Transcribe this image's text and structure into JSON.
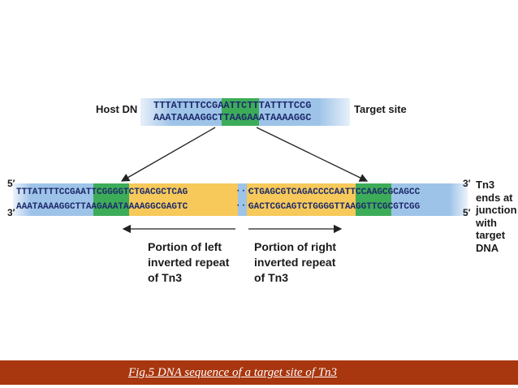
{
  "top": {
    "host_label": "Host DN",
    "target_label": "Target site",
    "strand_top": "TTTATTTTCCGAATTCTTTATTTTCCG",
    "strand_bottom": "AAATAAAAGGCTTAAGAAATAAAAGGC"
  },
  "junction": {
    "five_prime_top": "5′",
    "three_prime_bottom": "3′",
    "three_prime_top": "3′",
    "five_prime_bottom": "5′",
    "top_left": "TTTATTTTCCGAATTCGGGGTCTGACGCTCAG",
    "top_right": "CTGAGCGTCAGACCCCAATTCCAAGCGCAGCC",
    "bottom_left": "AAATAAAAGGCTTAAGAAATAAAAGGCGAGTC",
    "bottom_right": "GACTCGCAGTCTGGGGTTAAGGTTCGCGTCGG",
    "gap": "···"
  },
  "annotations": {
    "left_repeat": [
      "Portion of left",
      "inverted repeat",
      "of Tn3"
    ],
    "right_repeat": [
      "Portion of right",
      "inverted repeat",
      "of Tn3"
    ],
    "side_note": [
      "Tn3",
      "ends at",
      "junction",
      "with",
      "target",
      "DNA"
    ]
  },
  "colors": {
    "blue_band": "#9ec3e8",
    "green_band": "#3dac59",
    "yellow_band": "#f6c95a",
    "footer_bg": "#a8360e"
  },
  "caption": "Fig.5  DNA sequence of a target site of Tn3"
}
